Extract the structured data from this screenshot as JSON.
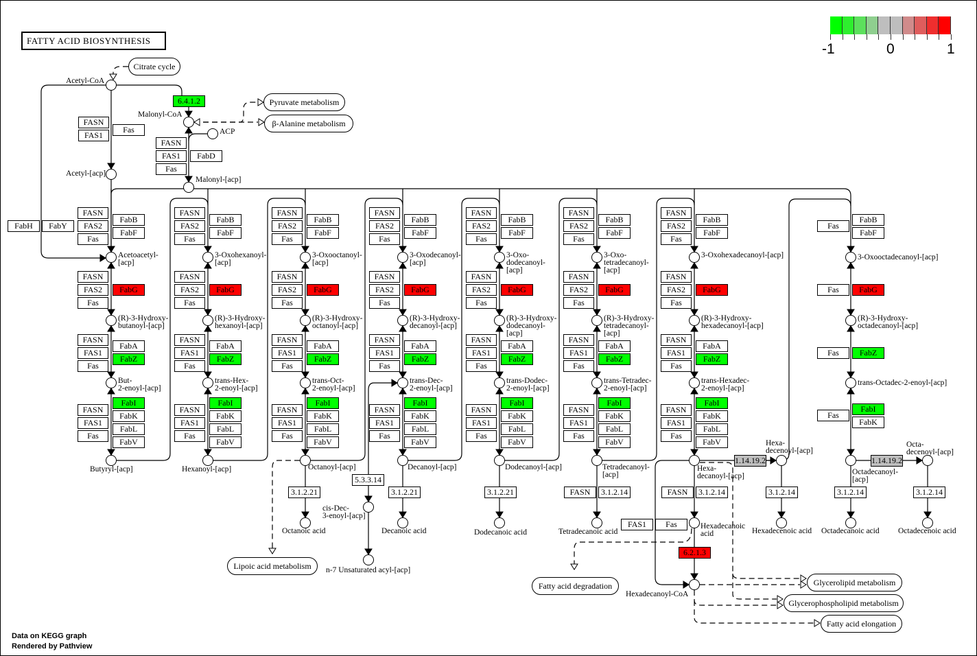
{
  "title": "FATTY ACID BIOSYNTHESIS",
  "legend": {
    "colors": [
      "#00ff00",
      "#2eef2e",
      "#5ce05c",
      "#8fcf8f",
      "#bebebe",
      "#bebebe",
      "#d08b8b",
      "#df5d5d",
      "#ef2e2e",
      "#ff0000"
    ],
    "labels": [
      "-1",
      "0",
      "1"
    ]
  },
  "footer": {
    "line1": "Data on KEGG graph",
    "line2": "Rendered by Pathview"
  },
  "colors": {
    "up": "#ff0000",
    "down": "#00ff00",
    "nodata": "#bebebe",
    "plain": "#ffffff"
  },
  "enzymes": [
    {
      "id": "e6412",
      "label": "6.4.1.2",
      "state": "down"
    },
    {
      "id": "c0_fasn",
      "label": "FASN"
    },
    {
      "id": "c0_fas1",
      "label": "FAS1"
    },
    {
      "id": "c0_fas",
      "label": "Fas"
    },
    {
      "id": "m_fasn",
      "label": "FASN"
    },
    {
      "id": "m_fas1",
      "label": "FAS1"
    },
    {
      "id": "m_fas",
      "label": "Fas"
    },
    {
      "id": "m_fabd",
      "label": "FabD"
    },
    {
      "id": "fabh",
      "label": "FabH"
    },
    {
      "id": "faby",
      "label": "FabY"
    },
    {
      "id": "k1_fasn",
      "label": "FASN"
    },
    {
      "id": "k1_fas2",
      "label": "FAS2"
    },
    {
      "id": "k1_fas",
      "label": "Fas"
    },
    {
      "id": "k1_fabb",
      "label": "FabB"
    },
    {
      "id": "k1_fabf",
      "label": "FabF"
    },
    {
      "id": "r1_fasn",
      "label": "FASN"
    },
    {
      "id": "r1_fas2",
      "label": "FAS2"
    },
    {
      "id": "r1_fas",
      "label": "Fas"
    },
    {
      "id": "r1_fabg",
      "label": "FabG",
      "state": "up"
    },
    {
      "id": "d1_fasn",
      "label": "FASN"
    },
    {
      "id": "d1_fas1",
      "label": "FAS1"
    },
    {
      "id": "d1_fas",
      "label": "Fas"
    },
    {
      "id": "d1_faba",
      "label": "FabA"
    },
    {
      "id": "d1_fabz",
      "label": "FabZ",
      "state": "down"
    },
    {
      "id": "n1_fasn",
      "label": "FASN"
    },
    {
      "id": "n1_fas1",
      "label": "FAS1"
    },
    {
      "id": "n1_fas",
      "label": "Fas"
    },
    {
      "id": "n1_fabi",
      "label": "FabI",
      "state": "down"
    },
    {
      "id": "n1_fabk",
      "label": "FabK"
    },
    {
      "id": "n1_fabl",
      "label": "FabL"
    },
    {
      "id": "n1_fabv",
      "label": "FabV"
    },
    {
      "id": "k2_fasn",
      "label": "FASN"
    },
    {
      "id": "k2_fas2",
      "label": "FAS2"
    },
    {
      "id": "k2_fas",
      "label": "Fas"
    },
    {
      "id": "k2_fabb",
      "label": "FabB"
    },
    {
      "id": "k2_fabf",
      "label": "FabF"
    },
    {
      "id": "r2_fasn",
      "label": "FASN"
    },
    {
      "id": "r2_fas2",
      "label": "FAS2"
    },
    {
      "id": "r2_fas",
      "label": "Fas"
    },
    {
      "id": "r2_fabg",
      "label": "FabG",
      "state": "up"
    },
    {
      "id": "d2_fasn",
      "label": "FASN"
    },
    {
      "id": "d2_fas1",
      "label": "FAS1"
    },
    {
      "id": "d2_fas",
      "label": "Fas"
    },
    {
      "id": "d2_faba",
      "label": "FabA"
    },
    {
      "id": "d2_fabz",
      "label": "FabZ",
      "state": "down"
    },
    {
      "id": "n2_fasn",
      "label": "FASN"
    },
    {
      "id": "n2_fas1",
      "label": "FAS1"
    },
    {
      "id": "n2_fas",
      "label": "Fas"
    },
    {
      "id": "n2_fabi",
      "label": "FabI",
      "state": "down"
    },
    {
      "id": "n2_fabk",
      "label": "FabK"
    },
    {
      "id": "n2_fabl",
      "label": "FabL"
    },
    {
      "id": "n2_fabv",
      "label": "FabV"
    },
    {
      "id": "k3_fasn",
      "label": "FASN"
    },
    {
      "id": "k3_fas2",
      "label": "FAS2"
    },
    {
      "id": "k3_fas",
      "label": "Fas"
    },
    {
      "id": "k3_fabb",
      "label": "FabB"
    },
    {
      "id": "k3_fabf",
      "label": "FabF"
    },
    {
      "id": "r3_fasn",
      "label": "FASN"
    },
    {
      "id": "r3_fas2",
      "label": "FAS2"
    },
    {
      "id": "r3_fas",
      "label": "Fas"
    },
    {
      "id": "r3_fabg",
      "label": "FabG",
      "state": "up"
    },
    {
      "id": "d3_fasn",
      "label": "FASN"
    },
    {
      "id": "d3_fas1",
      "label": "FAS1"
    },
    {
      "id": "d3_fas",
      "label": "Fas"
    },
    {
      "id": "d3_faba",
      "label": "FabA"
    },
    {
      "id": "d3_fabz",
      "label": "FabZ",
      "state": "down"
    },
    {
      "id": "n3_fasn",
      "label": "FASN"
    },
    {
      "id": "n3_fas1",
      "label": "FAS1"
    },
    {
      "id": "n3_fas",
      "label": "Fas"
    },
    {
      "id": "n3_fabi",
      "label": "FabI",
      "state": "down"
    },
    {
      "id": "n3_fabk",
      "label": "FabK"
    },
    {
      "id": "n3_fabl",
      "label": "FabL"
    },
    {
      "id": "n3_fabv",
      "label": "FabV"
    },
    {
      "id": "k4_fasn",
      "label": "FASN"
    },
    {
      "id": "k4_fas2",
      "label": "FAS2"
    },
    {
      "id": "k4_fas",
      "label": "Fas"
    },
    {
      "id": "k4_fabb",
      "label": "FabB"
    },
    {
      "id": "k4_fabf",
      "label": "FabF"
    },
    {
      "id": "r4_fasn",
      "label": "FASN"
    },
    {
      "id": "r4_fas2",
      "label": "FAS2"
    },
    {
      "id": "r4_fas",
      "label": "Fas"
    },
    {
      "id": "r4_fabg",
      "label": "FabG",
      "state": "up"
    },
    {
      "id": "d4_fasn",
      "label": "FASN"
    },
    {
      "id": "d4_fas1",
      "label": "FAS1"
    },
    {
      "id": "d4_fas",
      "label": "Fas"
    },
    {
      "id": "d4_faba",
      "label": "FabA"
    },
    {
      "id": "d4_fabz",
      "label": "FabZ",
      "state": "down"
    },
    {
      "id": "n4_fasn",
      "label": "FASN"
    },
    {
      "id": "n4_fas1",
      "label": "FAS1"
    },
    {
      "id": "n4_fas",
      "label": "Fas"
    },
    {
      "id": "n4_fabi",
      "label": "FabI",
      "state": "down"
    },
    {
      "id": "n4_fabk",
      "label": "FabK"
    },
    {
      "id": "n4_fabl",
      "label": "FabL"
    },
    {
      "id": "n4_fabv",
      "label": "FabV"
    },
    {
      "id": "k5_fasn",
      "label": "FASN"
    },
    {
      "id": "k5_fas2",
      "label": "FAS2"
    },
    {
      "id": "k5_fas",
      "label": "Fas"
    },
    {
      "id": "k5_fabb",
      "label": "FabB"
    },
    {
      "id": "k5_fabf",
      "label": "FabF"
    },
    {
      "id": "r5_fasn",
      "label": "FASN"
    },
    {
      "id": "r5_fas2",
      "label": "FAS2"
    },
    {
      "id": "r5_fas",
      "label": "Fas"
    },
    {
      "id": "r5_fabg",
      "label": "FabG",
      "state": "up"
    },
    {
      "id": "d5_fasn",
      "label": "FASN"
    },
    {
      "id": "d5_fas1",
      "label": "FAS1"
    },
    {
      "id": "d5_fas",
      "label": "Fas"
    },
    {
      "id": "d5_faba",
      "label": "FabA"
    },
    {
      "id": "d5_fabz",
      "label": "FabZ",
      "state": "down"
    },
    {
      "id": "n5_fasn",
      "label": "FASN"
    },
    {
      "id": "n5_fas1",
      "label": "FAS1"
    },
    {
      "id": "n5_fas",
      "label": "Fas"
    },
    {
      "id": "n5_fabi",
      "label": "FabI",
      "state": "down"
    },
    {
      "id": "n5_fabk",
      "label": "FabK"
    },
    {
      "id": "n5_fabl",
      "label": "FabL"
    },
    {
      "id": "n5_fabv",
      "label": "FabV"
    },
    {
      "id": "k6_fasn",
      "label": "FASN"
    },
    {
      "id": "k6_fas2",
      "label": "FAS2"
    },
    {
      "id": "k6_fas",
      "label": "Fas"
    },
    {
      "id": "k6_fabb",
      "label": "FabB"
    },
    {
      "id": "k6_fabf",
      "label": "FabF"
    },
    {
      "id": "r6_fasn",
      "label": "FASN"
    },
    {
      "id": "r6_fas2",
      "label": "FAS2"
    },
    {
      "id": "r6_fas",
      "label": "Fas"
    },
    {
      "id": "r6_fabg",
      "label": "FabG",
      "state": "up"
    },
    {
      "id": "d6_fasn",
      "label": "FASN"
    },
    {
      "id": "d6_fas1",
      "label": "FAS1"
    },
    {
      "id": "d6_fas",
      "label": "Fas"
    },
    {
      "id": "d6_faba",
      "label": "FabA"
    },
    {
      "id": "d6_fabz",
      "label": "FabZ",
      "state": "down"
    },
    {
      "id": "n6_fasn",
      "label": "FASN"
    },
    {
      "id": "n6_fas1",
      "label": "FAS1"
    },
    {
      "id": "n6_fas",
      "label": "Fas"
    },
    {
      "id": "n6_fabi",
      "label": "FabI",
      "state": "down"
    },
    {
      "id": "n6_fabk",
      "label": "FabK"
    },
    {
      "id": "n6_fabl",
      "label": "FabL"
    },
    {
      "id": "n6_fabv",
      "label": "FabV"
    },
    {
      "id": "k7_fasn",
      "label": "FASN"
    },
    {
      "id": "k7_fas2",
      "label": "FAS2"
    },
    {
      "id": "k7_fas",
      "label": "Fas"
    },
    {
      "id": "k7_fabb",
      "label": "FabB"
    },
    {
      "id": "k7_fabf",
      "label": "FabF"
    },
    {
      "id": "r7_fasn",
      "label": "FASN"
    },
    {
      "id": "r7_fas2",
      "label": "FAS2"
    },
    {
      "id": "r7_fas",
      "label": "Fas"
    },
    {
      "id": "r7_fabg",
      "label": "FabG",
      "state": "up"
    },
    {
      "id": "d7_fasn",
      "label": "FASN"
    },
    {
      "id": "d7_fas1",
      "label": "FAS1"
    },
    {
      "id": "d7_fas",
      "label": "Fas"
    },
    {
      "id": "d7_faba",
      "label": "FabA"
    },
    {
      "id": "d7_fabz",
      "label": "FabZ",
      "state": "down"
    },
    {
      "id": "n7_fasn",
      "label": "FASN"
    },
    {
      "id": "n7_fas1",
      "label": "FAS1"
    },
    {
      "id": "n7_fas",
      "label": "Fas"
    },
    {
      "id": "n7_fabi",
      "label": "FabI",
      "state": "down"
    },
    {
      "id": "n7_fabk",
      "label": "FabK"
    },
    {
      "id": "n7_fabl",
      "label": "FabL"
    },
    {
      "id": "n7_fabv",
      "label": "FabV"
    },
    {
      "id": "k8_fas",
      "label": "Fas"
    },
    {
      "id": "k8_fabb",
      "label": "FabB"
    },
    {
      "id": "k8_fabf",
      "label": "FabF"
    },
    {
      "id": "r8_fas",
      "label": "Fas"
    },
    {
      "id": "r8_fabg",
      "label": "FabG",
      "state": "up"
    },
    {
      "id": "d8_fas",
      "label": "Fas"
    },
    {
      "id": "d8_fabz",
      "label": "FabZ",
      "state": "down"
    },
    {
      "id": "n8_fas",
      "label": "Fas"
    },
    {
      "id": "n8_fabi",
      "label": "FabI",
      "state": "down"
    },
    {
      "id": "n8_fabk",
      "label": "FabK"
    },
    {
      "id": "t_oct",
      "label": "3.1.2.21"
    },
    {
      "id": "iso",
      "label": "5.3.3.14"
    },
    {
      "id": "t_dec",
      "label": "3.1.2.21"
    },
    {
      "id": "t_dodec",
      "label": "3.1.2.21"
    },
    {
      "id": "t_tet_fasn",
      "label": "FASN"
    },
    {
      "id": "t_tet",
      "label": "3.1.2.14"
    },
    {
      "id": "t_hex_fasn",
      "label": "FASN"
    },
    {
      "id": "t_hex",
      "label": "3.1.2.14"
    },
    {
      "id": "hx_fas1",
      "label": "FAS1"
    },
    {
      "id": "hx_fas",
      "label": "Fas"
    },
    {
      "id": "e6213",
      "label": "6.2.1.3",
      "state": "up"
    },
    {
      "id": "des16",
      "label": "1.14.19.2",
      "state": "nodata"
    },
    {
      "id": "t_hexe",
      "label": "3.1.2.14"
    },
    {
      "id": "t_octd",
      "label": "3.1.2.14"
    },
    {
      "id": "des18",
      "label": "1.14.19.2",
      "state": "nodata"
    },
    {
      "id": "t_octde",
      "label": "3.1.2.14"
    }
  ],
  "compounds": [
    {
      "id": "acetylcoa",
      "label": "Acetyl-CoA"
    },
    {
      "id": "malonylcoa",
      "label": "Malonyl-CoA"
    },
    {
      "id": "acp",
      "label": "ACP"
    },
    {
      "id": "acetylacp",
      "label": "Acetyl-[acp]"
    },
    {
      "id": "malonylacp",
      "label": "Malonyl-[acp]"
    },
    {
      "id": "c1k",
      "label": "Acetoacetyl-\n[acp]"
    },
    {
      "id": "c1r",
      "label": "(R)-3-Hydroxy-\nbutanoyl-[acp]"
    },
    {
      "id": "c1e",
      "label": "But-\n2-enoyl-[acp]"
    },
    {
      "id": "c1a",
      "label": "Butyryl-[acp]"
    },
    {
      "id": "c2k",
      "label": "3-Oxohexanoyl-\n[acp]"
    },
    {
      "id": "c2r",
      "label": "(R)-3-Hydroxy-\nhexanoyl-[acp]"
    },
    {
      "id": "c2e",
      "label": "trans-Hex-\n2-enoyl-[acp]"
    },
    {
      "id": "c2a",
      "label": "Hexanoyl-[acp]"
    },
    {
      "id": "c3k",
      "label": "3-Oxooctanoyl-\n[acp]"
    },
    {
      "id": "c3r",
      "label": "(R)-3-Hydroxy-\noctanoyl-[acp]"
    },
    {
      "id": "c3e",
      "label": "trans-Oct-\n2-enoyl-[acp]"
    },
    {
      "id": "c3a",
      "label": "Octanoyl-[acp]"
    },
    {
      "id": "c4k",
      "label": "3-Oxodecanoyl-\n[acp]"
    },
    {
      "id": "c4r",
      "label": "(R)-3-Hydroxy-\ndecanoyl-[acp]"
    },
    {
      "id": "c4e",
      "label": "trans-Dec-\n2-enoyl-[acp]"
    },
    {
      "id": "c4a",
      "label": "Decanoyl-[acp]"
    },
    {
      "id": "c5k",
      "label": "3-Oxo-\ndodecanoyl-\n[acp]"
    },
    {
      "id": "c5r",
      "label": "(R)-3-Hydroxy-\ndodecanoyl-\n[acp]"
    },
    {
      "id": "c5e",
      "label": "trans-Dodec-\n2-enoyl-[acp]"
    },
    {
      "id": "c5a",
      "label": "Dodecanoyl-[acp]"
    },
    {
      "id": "c6k",
      "label": "3-Oxo-\ntetradecanoyl-\n[acp]"
    },
    {
      "id": "c6r",
      "label": "(R)-3-Hydroxy-\ntetradecanoyl-\n[acp]"
    },
    {
      "id": "c6e",
      "label": "trans-Tetradec-\n2-enoyl-[acp]"
    },
    {
      "id": "c6a",
      "label": "Tetradecanoyl-\n[acp]"
    },
    {
      "id": "c7k",
      "label": "3-Oxohexadecanoyl-[acp]"
    },
    {
      "id": "c7r",
      "label": "(R)-3-Hydroxy-\nhexadecanoyl-[acp]"
    },
    {
      "id": "c7e",
      "label": "trans-Hexadec-\n2-enoyl-[acp]"
    },
    {
      "id": "c7a",
      "label": "Hexa-\ndecanoyl-[acp]"
    },
    {
      "id": "c8k",
      "label": "3-Oxooctadecanoyl-[acp]"
    },
    {
      "id": "c8r",
      "label": "(R)-3-Hydroxy-\noctadecanoyl-[acp]"
    },
    {
      "id": "c8e",
      "label": "trans-Octadec-2-enoyl-[acp]"
    },
    {
      "id": "c8a",
      "label": "Octadecanoyl-\n[acp]"
    },
    {
      "id": "octacid",
      "label": "Octanoic acid"
    },
    {
      "id": "cisdec",
      "label": "cis-Dec-\n3-enoyl-[acp]"
    },
    {
      "id": "n7",
      "label": "n-7 Unsaturated acyl-[acp]"
    },
    {
      "id": "decacid",
      "label": "Decanoic acid"
    },
    {
      "id": "dodecacid",
      "label": "Dodecanoic acid"
    },
    {
      "id": "tetacid",
      "label": "Tetradecanoic acid"
    },
    {
      "id": "hexacid",
      "label": "Hexadecanoic\nacid"
    },
    {
      "id": "hexcoa",
      "label": "Hexadecanoyl-CoA"
    },
    {
      "id": "hexeacp",
      "label": "Hexa-\ndecenoyl-[acp]"
    },
    {
      "id": "hexeacid",
      "label": "Hexadecenoic acid"
    },
    {
      "id": "octdacid",
      "label": "Octadecanoic acid"
    },
    {
      "id": "octdeacp",
      "label": "Octa-\ndecenoyl-[acp]"
    },
    {
      "id": "octdeacid",
      "label": "Octadecenoic acid"
    }
  ],
  "maps": [
    {
      "id": "citrate",
      "label": "Citrate cycle"
    },
    {
      "id": "pyruvate",
      "label": "Pyruvate metabolism"
    },
    {
      "id": "alanine",
      "label": "β-Alanine metabolism"
    },
    {
      "id": "lipoic",
      "label": "Lipoic acid metabolism"
    },
    {
      "id": "degradation",
      "label": "Fatty acid degradation"
    },
    {
      "id": "glycerolipid",
      "label": "Glycerolipid metabolism"
    },
    {
      "id": "glycerophospho",
      "label": "Glycerophospholipid metabolism"
    },
    {
      "id": "elongation",
      "label": "Fatty acid elongation"
    }
  ]
}
